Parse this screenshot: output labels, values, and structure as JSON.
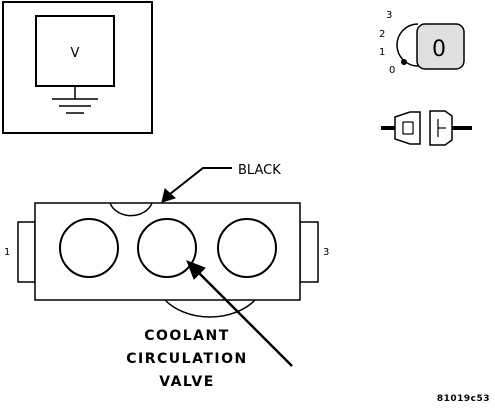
{
  "meter": {
    "label": "V"
  },
  "ignition": {
    "positions": [
      "3",
      "2",
      "1",
      "0"
    ],
    "key_label": "0"
  },
  "connector": {
    "wire_color_label": "BLACK",
    "pin_left_label": "1",
    "pin_right_label": "3",
    "component_label_lines": [
      "COOLANT",
      "CIRCULATION",
      "VALVE"
    ]
  },
  "figure_id": "81019c53",
  "colors": {
    "ink": "#000000",
    "background": "#ffffff",
    "key_fill": "#e0e0e0"
  }
}
